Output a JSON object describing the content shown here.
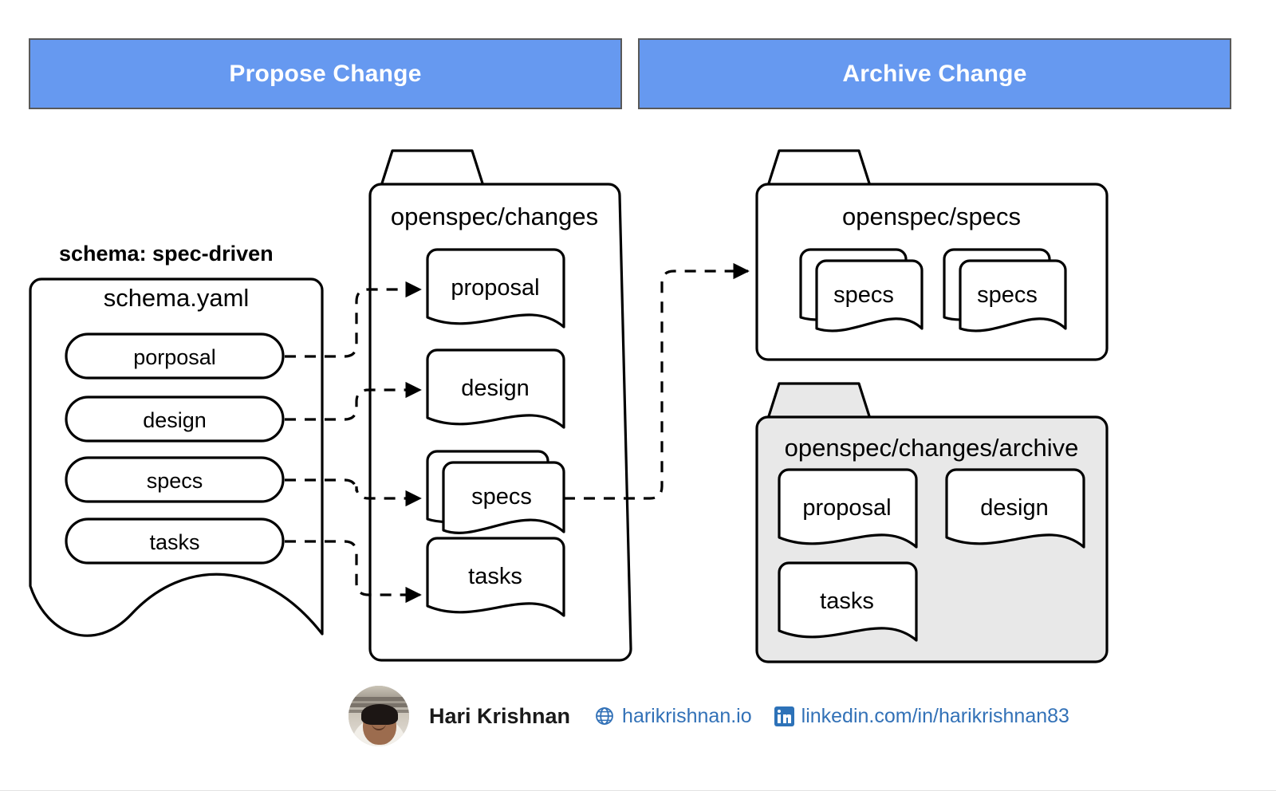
{
  "banners": {
    "propose": "Propose Change",
    "archive": "Archive Change",
    "fill": "#6699f0",
    "border": "#595959"
  },
  "schema_doc": {
    "outside_label": "schema: spec-driven",
    "title": "schema.yaml",
    "items": [
      {
        "label": "porposal"
      },
      {
        "label": "design"
      },
      {
        "label": "specs"
      },
      {
        "label": "tasks"
      }
    ]
  },
  "changes_folder": {
    "title": "openspec/changes",
    "docs": [
      {
        "label": "proposal",
        "stacked": false
      },
      {
        "label": "design",
        "stacked": false
      },
      {
        "label": "specs",
        "stacked": true
      },
      {
        "label": "tasks",
        "stacked": false
      }
    ]
  },
  "specs_folder": {
    "title": "openspec/specs",
    "fill": "#ffffff",
    "docs": [
      {
        "label": "specs",
        "stacked": true
      },
      {
        "label": "specs",
        "stacked": true
      }
    ]
  },
  "archive_folder": {
    "title": "openspec/changes/archive",
    "fill": "#e8e8e8",
    "docs": [
      {
        "label": "proposal",
        "stacked": false
      },
      {
        "label": "design",
        "stacked": false
      },
      {
        "label": "tasks",
        "stacked": false
      }
    ]
  },
  "footer": {
    "author": "Hari Krishnan",
    "website": "harikrishnan.io",
    "linkedin": "linkedin.com/in/harikrishnan83",
    "link_color": "#3271b7",
    "website_icon": "globe-icon",
    "linkedin_icon": "linkedin-icon",
    "avatar_icon": "avatar-photo"
  }
}
